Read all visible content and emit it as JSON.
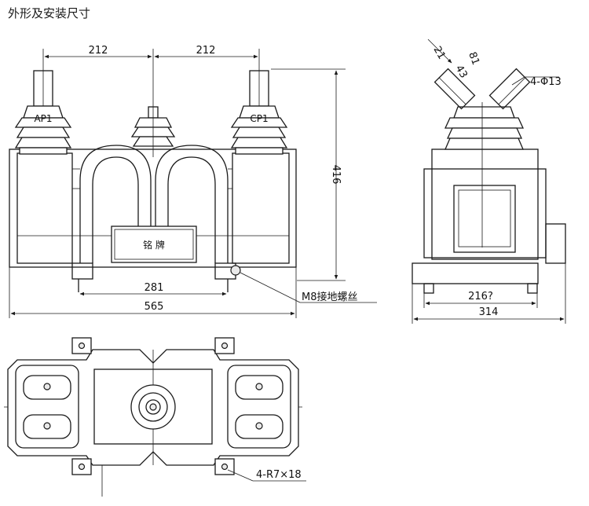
{
  "title": "外形及安装尺寸",
  "front_view": {
    "dim_top_left": "212",
    "dim_top_right": "212",
    "dim_height": "416",
    "dim_mount": "281",
    "dim_width": "565",
    "terminal_left": "AP1",
    "terminal_right": "CP1",
    "nameplate": "铭 牌",
    "ground_note": "M8接地螺丝"
  },
  "side_view": {
    "dim_a": "21",
    "dim_b": "81",
    "dim_c": "43",
    "hole_note": "4-Φ13",
    "dim_mount": "216?",
    "dim_width": "314"
  },
  "plan_view": {
    "slot_note": "4-R7×18"
  }
}
